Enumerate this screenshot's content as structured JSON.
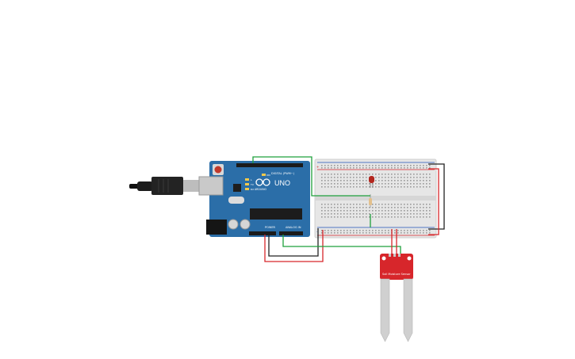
{
  "arduino": {
    "model_label": "UNO",
    "brand_label": "ARDUINO",
    "digital_label": "DIGITAL (PWM~)",
    "power_label": "POWER",
    "analog_label": "ANALOG IN",
    "led_on_label": "ON",
    "tx_label": "TX",
    "rx_label": "RX",
    "l_label": "L",
    "board_color": "#2b6ea8"
  },
  "breadboard": {
    "power_rail_plus": "+",
    "power_rail_minus": "-"
  },
  "sensor": {
    "label": "Soil Moisture Sensor",
    "board_color": "#d7262b"
  },
  "wires": {
    "green": "#1fa03c",
    "red": "#d7262b",
    "black": "#222222"
  },
  "led": {
    "color": "#b3261e"
  }
}
